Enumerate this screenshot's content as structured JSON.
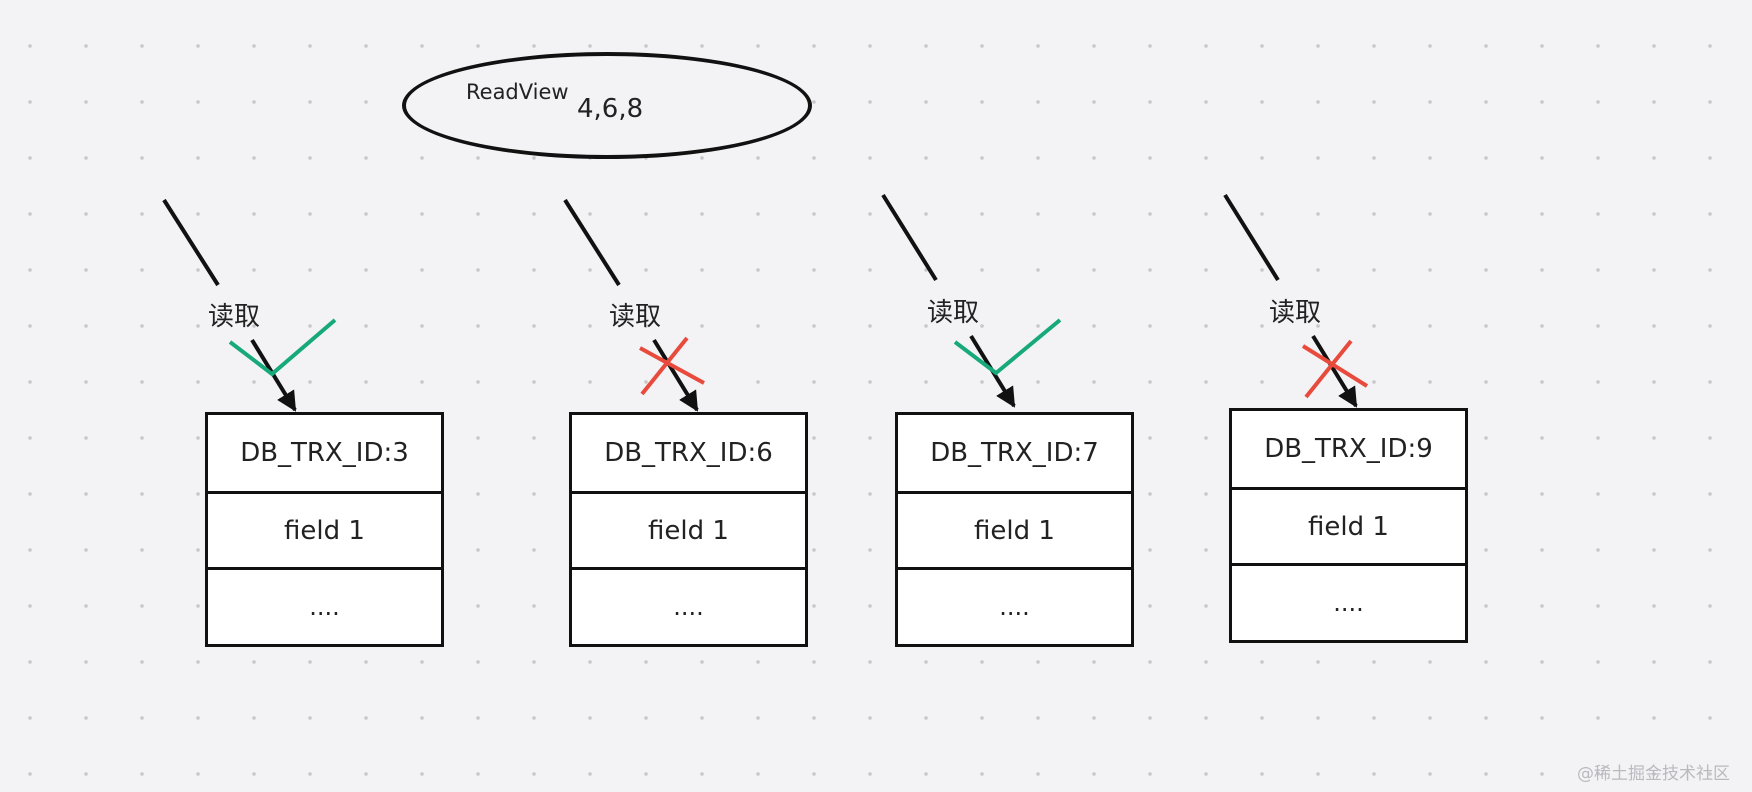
{
  "readview": {
    "title": "ReadView",
    "ids": "4,6,8"
  },
  "read_label": "读取",
  "records": [
    {
      "trx_label": "DB_TRX_ID:3",
      "field": "field 1",
      "more": "....",
      "visible": true
    },
    {
      "trx_label": "DB_TRX_ID:6",
      "field": "field 1",
      "more": "....",
      "visible": false
    },
    {
      "trx_label": "DB_TRX_ID:7",
      "field": "field 1",
      "more": "....",
      "visible": true
    },
    {
      "trx_label": "DB_TRX_ID:9",
      "field": "field 1",
      "more": "....",
      "visible": false
    }
  ],
  "colors": {
    "check": "#17a97b",
    "cross": "#e84a3c",
    "line": "#111111"
  },
  "watermark": "@稀土掘金技术社区"
}
